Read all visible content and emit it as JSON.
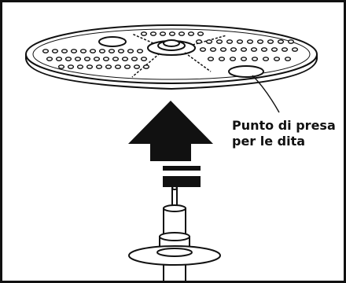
{
  "callout": {
    "line1": "Punto di presa",
    "line2": "per le dita"
  },
  "colors": {
    "stroke": "#111111",
    "fill_disc": "#ffffff",
    "arrow": "#111111"
  },
  "icons": {
    "disc": "grating-disc",
    "arrow": "up-arrow",
    "shaft": "drive-shaft"
  }
}
